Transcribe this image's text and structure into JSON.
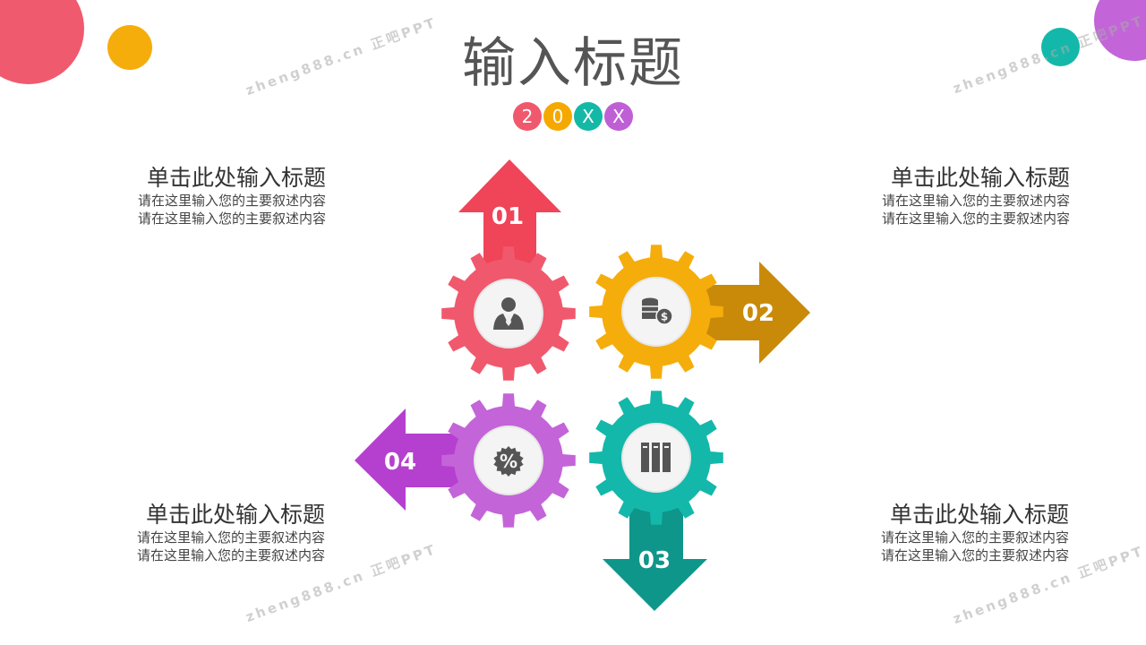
{
  "title": "输入标题",
  "year_dots": [
    {
      "char": "2",
      "color": "#f0596d"
    },
    {
      "char": "0",
      "color": "#f5a800"
    },
    {
      "char": "X",
      "color": "#14b8a6"
    },
    {
      "char": "X",
      "color": "#bf5fd6"
    }
  ],
  "items": [
    {
      "number": "01",
      "icon": "person-icon",
      "color": "#f0596d",
      "arrow_color": "#f04458",
      "heading": "单击此处输入标题",
      "line1": "请在这里输入您的主要叙述内容",
      "line2": "请在这里输入您的主要叙述内容"
    },
    {
      "number": "02",
      "icon": "coins-icon",
      "color": "#f5ad0c",
      "arrow_color": "#c98a0a",
      "heading": "单击此处输入标题",
      "line1": "请在这里输入您的主要叙述内容",
      "line2": "请在这里输入您的主要叙述内容"
    },
    {
      "number": "03",
      "icon": "books-icon",
      "color": "#14b8aa",
      "arrow_color": "#0e968b",
      "heading": "单击此处输入标题",
      "line1": "请在这里输入您的主要叙述内容",
      "line2": "请在这里输入您的主要叙述内容"
    },
    {
      "number": "04",
      "icon": "percent-badge-icon",
      "color": "#c464d9",
      "arrow_color": "#b540cf",
      "heading": "单击此处输入标题",
      "line1": "请在这里输入您的主要叙述内容",
      "line2": "请在这里输入您的主要叙述内容"
    }
  ],
  "watermark": "zheng888.cn 正吧PPT",
  "decor_colors": {
    "red": "#f05a6e",
    "yellow": "#f5ad0c",
    "teal": "#14b8aa",
    "purple": "#c464d9"
  }
}
